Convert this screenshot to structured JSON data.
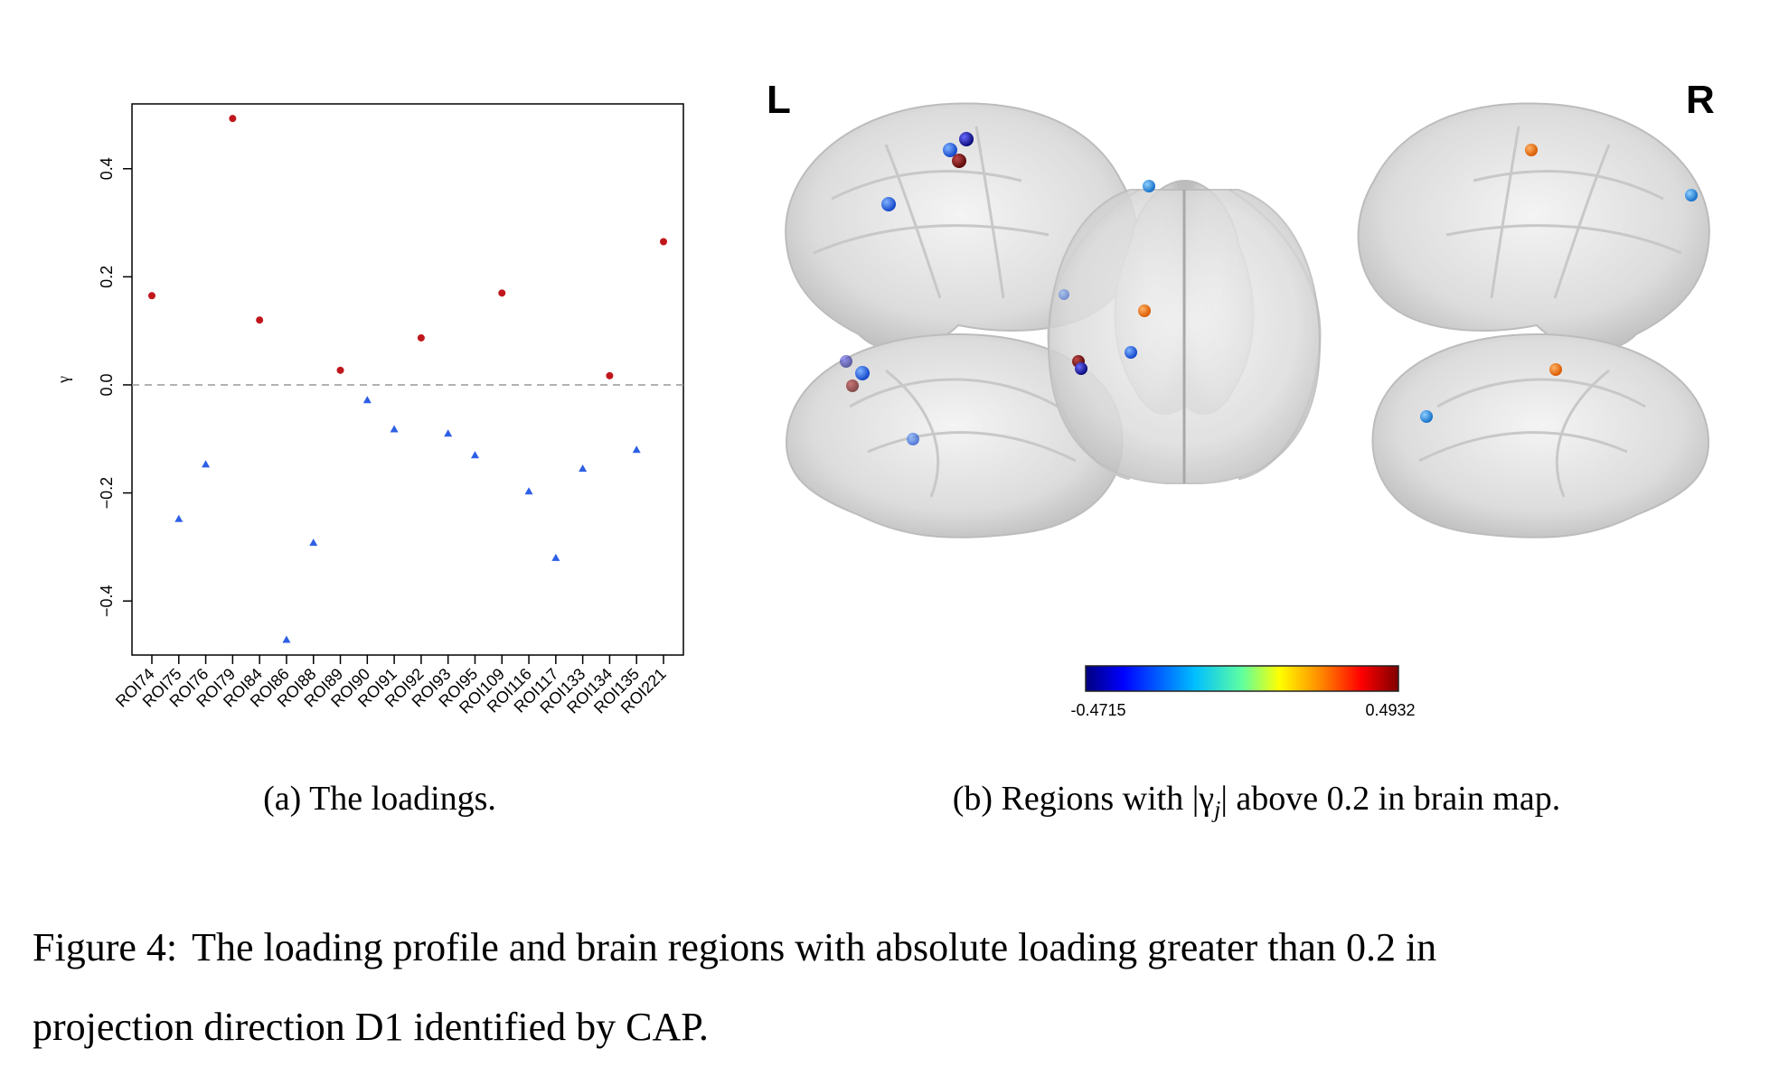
{
  "chart_data": {
    "type": "scatter",
    "ylabel": "γ",
    "ylim": [
      -0.5,
      0.52
    ],
    "yticks": [
      -0.4,
      -0.2,
      0.0,
      0.2,
      0.4
    ],
    "ytick_labels": [
      "−0.4",
      "−0.2",
      "0.0",
      "0.2",
      "0.4"
    ],
    "categories": [
      "ROI74",
      "ROI75",
      "ROI76",
      "ROI79",
      "ROI84",
      "ROI86",
      "ROI88",
      "ROI89",
      "ROI90",
      "ROI91",
      "ROI92",
      "ROI93",
      "ROI95",
      "ROI109",
      "ROI116",
      "ROI117",
      "ROI133",
      "ROI134",
      "ROI135",
      "ROI221"
    ],
    "values": [
      0.165,
      -0.248,
      -0.147,
      0.493,
      0.12,
      -0.4715,
      -0.292,
      0.027,
      -0.028,
      -0.082,
      0.087,
      -0.09,
      -0.13,
      0.17,
      -0.197,
      -0.32,
      -0.155,
      0.017,
      -0.12,
      0.265
    ],
    "reference_line": 0.0,
    "positive_color": "#c0171c",
    "negative_color": "#2d5fe6",
    "grid": false
  },
  "brain_map": {
    "left_label": "L",
    "right_label": "R",
    "colorbar_min": "-0.4715",
    "colorbar_max": "0.4932",
    "colorbar_colors": [
      "#00007f",
      "#0000ff",
      "#00bfff",
      "#5fffa0",
      "#ffff00",
      "#ff8000",
      "#ff0000",
      "#7f0000"
    ]
  },
  "captions": {
    "a": "(a) The loadings.",
    "b_prefix": "(b) Regions with |γ",
    "b_sub": "j",
    "b_suffix": "| above 0.2 in brain map."
  },
  "figure_caption": {
    "label": "Figure 4:",
    "line1": "The loading profile and brain regions with absolute loading greater than 0.2 in",
    "line2": "projection direction D1 identified by CAP."
  }
}
